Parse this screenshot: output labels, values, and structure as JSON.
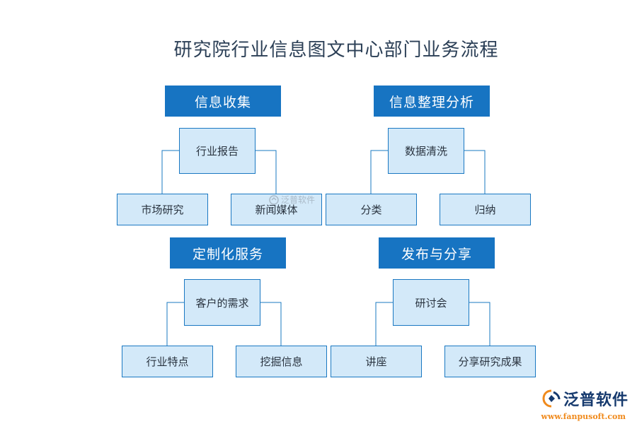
{
  "title": "研究院行业信息图文中心部门业务流程",
  "sections": [
    {
      "header": "信息收集",
      "parent": "行业报告",
      "children": [
        "市场研究",
        "新闻媒体"
      ]
    },
    {
      "header": "信息整理分析",
      "parent": "数据清洗",
      "children": [
        "分类",
        "归纳"
      ]
    },
    {
      "header": "定制化服务",
      "parent": "客户的需求",
      "children": [
        "行业特点",
        "挖掘信息"
      ]
    },
    {
      "header": "发布与分享",
      "parent": "研讨会",
      "children": [
        "讲座",
        "分享研究成果"
      ]
    }
  ],
  "watermark": "泛普软件",
  "logo": {
    "name": "泛普软件",
    "url": "www.fanpusoft.com",
    "icon": "fanpu-logo-icon"
  },
  "colors": {
    "header": "#1774c2",
    "node_fill": "#d3e9f9",
    "node_border": "#1a78c2",
    "line": "#1a78c2"
  }
}
